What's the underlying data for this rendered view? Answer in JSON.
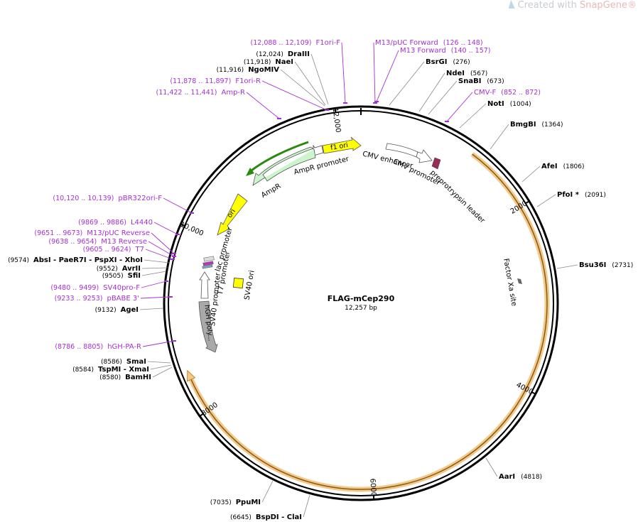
{
  "watermark": {
    "prefix": "Created with ",
    "brand": "SnapGene",
    "reg": "®"
  },
  "plasmid": {
    "name": "FLAG-mCep290",
    "size_label": "12,257 bp",
    "length": 12257
  },
  "ticks": [
    "2000",
    "4000",
    "6000",
    "8000",
    "10,000",
    "12,000"
  ],
  "tick_positions": [
    2000,
    4000,
    6000,
    8000,
    10000,
    12000
  ],
  "sites": [
    {
      "name": "DraIII",
      "pos": "(12,024)"
    },
    {
      "name": "NaeI",
      "pos": "(11,918)"
    },
    {
      "name": "NgoMIV",
      "pos": "(11,916)"
    },
    {
      "name": "BsrGI",
      "pos": "(276)"
    },
    {
      "name": "NdeI",
      "pos": "(567)"
    },
    {
      "name": "SnaBI",
      "pos": "(673)"
    },
    {
      "name": "NotI",
      "pos": "(1004)"
    },
    {
      "name": "BmgBI",
      "pos": "(1364)"
    },
    {
      "name": "AfeI",
      "pos": "(1806)"
    },
    {
      "name": "PfoI *",
      "pos": "(2091)"
    },
    {
      "name": "Bsu36I",
      "pos": "(2731)"
    },
    {
      "name": "AarI",
      "pos": "(4818)"
    },
    {
      "name": "PpuMI",
      "pos": "(7035)"
    },
    {
      "name": "BspDI  - ClaI",
      "pos": "(6645)"
    },
    {
      "name": "AbsI  - PaeR7I  - PspXI  - XhoI",
      "pos": "(9574)"
    },
    {
      "name": "AvrII",
      "pos": "(9552)"
    },
    {
      "name": "SfiI",
      "pos": "(9505)"
    },
    {
      "name": "AgeI",
      "pos": "(9132)"
    },
    {
      "name": "SmaI",
      "pos": "(8586)"
    },
    {
      "name": "TspMI  - XmaI",
      "pos": "(8584)"
    },
    {
      "name": "BamHI",
      "pos": "(8580)"
    }
  ],
  "primers": [
    {
      "range": "(12,088 .. 12,109)",
      "name": "F1ori-F"
    },
    {
      "range": "(11,878 .. 11,897)",
      "name": "F1ori-R"
    },
    {
      "range": "(11,422 .. 11,441)",
      "name": "Amp-R"
    },
    {
      "name": "M13/pUC Forward",
      "range": "(126 .. 148)"
    },
    {
      "name": "M13 Forward",
      "range": "(140 .. 157)"
    },
    {
      "name": "CMV-F",
      "range": "(852 .. 872)"
    },
    {
      "range": "(10,120 .. 10,139)",
      "name": "pBR322ori-F"
    },
    {
      "range": "(9869 .. 9886)",
      "name": "L4440"
    },
    {
      "range": "(9651 .. 9673)",
      "name": "M13/pUC Reverse"
    },
    {
      "range": "(9638 .. 9654)",
      "name": "M13 Reverse"
    },
    {
      "range": "(9605 .. 9624)",
      "name": "T7"
    },
    {
      "range": "(9480 .. 9499)",
      "name": "SV40pro-F"
    },
    {
      "range": "(9233 .. 9253)",
      "name": "pBABE 3'"
    },
    {
      "range": "(8786 .. 8805)",
      "name": "hGH-PA-R"
    }
  ],
  "features": {
    "f1_ori": "f1 ori",
    "ampr_promoter": "AmpR promoter",
    "ampr": "AmpR",
    "ori": "ori",
    "cmv_enhancer": "CMV enhancer",
    "cmv_promoter": "CMV promoter",
    "preprotrypsin": "preprotrypsin leader",
    "factor_xa": "Factor Xa site",
    "lac_promoter": "lac promoter",
    "t7_promoter": "T7 promoter",
    "sv40_promoter": "SV40 promoter",
    "sv40_ori": "SV40 ori",
    "hgh_poly": "hGH poly..."
  },
  "colors": {
    "primer": "#a52fd3",
    "orf_outline": "#e8b26a",
    "orf_line": "#c68a2a",
    "f1_ori": "#ffff00",
    "ampr": "#ccf5cc",
    "ampr_arrow": "#2a8a10",
    "hgh": "#a9a9a9",
    "preprotrypsin": "#9b2a55"
  }
}
